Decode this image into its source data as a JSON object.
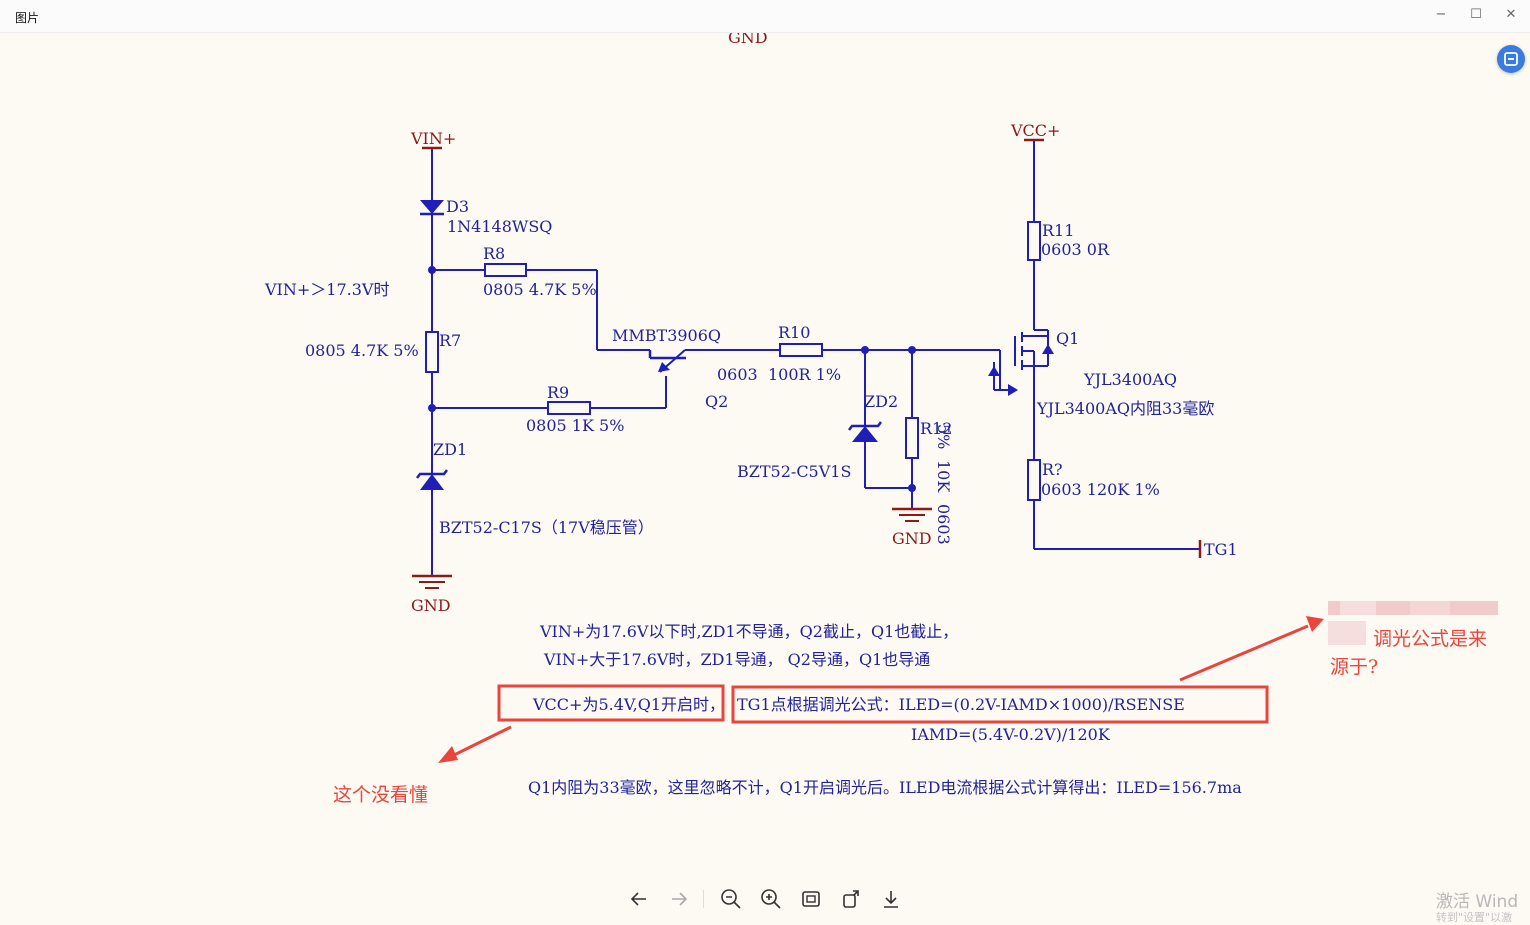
{
  "window": {
    "title": "图片",
    "minimize": "−",
    "maximize": "☐",
    "close": "✕"
  },
  "schematic": {
    "nets": {
      "gnd_top": "GND",
      "vin": "VIN+",
      "vcc": "VCC+",
      "gnd1": "GND",
      "gnd2": "GND",
      "tg1": "TG1"
    },
    "d3": {
      "ref": "D3",
      "part": "1N4148WSQ"
    },
    "r8": {
      "ref": "R8",
      "value": "0805 4.7K  5%"
    },
    "r7": {
      "ref": "R7",
      "value": "0805 4.7K  5%"
    },
    "r9": {
      "ref": "R9",
      "value": "0805 1K  5%"
    },
    "zd1": {
      "ref": "ZD1",
      "part": "BZT52-C17S（17V稳压管）"
    },
    "vin_note": "VIN+＞17.3V时",
    "q2": {
      "ref": "Q2",
      "part": "MMBT3906Q"
    },
    "r10": {
      "ref": "R10",
      "pkg": "0603",
      "value": "100R  1%"
    },
    "zd2": {
      "ref": "ZD2",
      "part": "BZT52-C5V1S"
    },
    "r12": {
      "ref": "R12",
      "tol": "5%",
      "value": "10K",
      "pkg": "0603"
    },
    "r11": {
      "ref": "R11",
      "value": "0603   0R"
    },
    "q1": {
      "ref": "Q1",
      "part": "YJL3400AQ",
      "note": "YJL3400AQ内阻33毫欧"
    },
    "rq": {
      "ref": "R?",
      "value": "0603   120K  1%"
    }
  },
  "notes": {
    "line1": "VIN+为17.6V以下时,ZD1不导通，Q2截止，Q1也截止，",
    "line2": "VIN+大于17.6V时，ZD1导通， Q2导通，Q1也导通",
    "vcc_note": "VCC+为5.4V,Q1开启时，",
    "tg1_formula": "TG1点根据调光公式：ILED=(0.2V-IAMD×1000)/RSENSE",
    "iamd": "IAMD=(5.4V-0.2V)/120K",
    "q1_calc": "Q1内阻为33毫欧，这里忽略不计，Q1开启调光后。ILED电流根据公式计算得出：ILED=156.7ma"
  },
  "annotations": {
    "not_understand": "这个没看懂",
    "question_line1": "调光公式是来",
    "question_line2": "源于?",
    "color": "#e8453c"
  },
  "colors": {
    "wire": "#1f1fb8",
    "text": "#22229a",
    "power": "#8b1a1a",
    "annotation": "#e8453c",
    "accent": "#3a7be0"
  },
  "toolbar": {
    "buttons": [
      "previous-icon",
      "next-icon",
      "zoom-out-icon",
      "zoom-in-icon",
      "fit-screen-icon",
      "rotate-icon",
      "download-icon"
    ]
  },
  "watermark": {
    "line1": "激活 Wind",
    "line2": "转到\"设置\"以激"
  }
}
